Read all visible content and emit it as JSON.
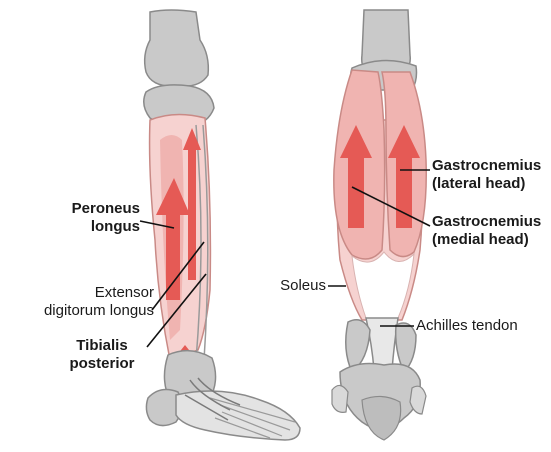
{
  "labels": {
    "peroneus_longus": [
      "Peroneus",
      "longus"
    ],
    "extensor_digitorum_longus": [
      "Extensor",
      "digitorum longus"
    ],
    "tibialis_posterior": [
      "Tibialis",
      "posterior"
    ],
    "soleus": "Soleus",
    "gastrocnemius_lateral": [
      "Gastrocnemius",
      "(lateral head)"
    ],
    "gastrocnemius_medial": [
      "Gastrocnemius",
      "(medial head)"
    ],
    "achilles_tendon": "Achilles tendon"
  },
  "colors": {
    "bone": "#c9c9c9",
    "bone_outline": "#8a8a8a",
    "muscle_light": "#f6d2d0",
    "muscle_mid": "#f0b4b1",
    "arrow_red": "#e55a55",
    "line": "#111111"
  }
}
